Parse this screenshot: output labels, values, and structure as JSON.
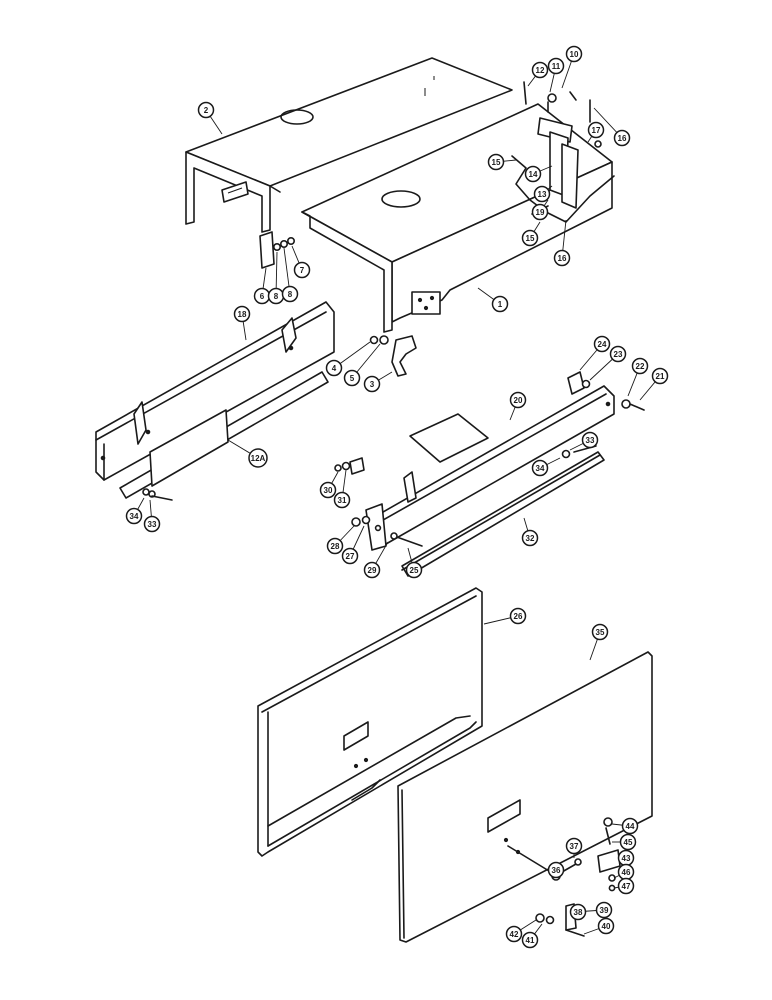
{
  "figure": {
    "type": "exploded parts diagram",
    "callouts": [
      {
        "id": "c1",
        "label": "1"
      },
      {
        "id": "c2",
        "label": "2"
      },
      {
        "id": "c3",
        "label": "3"
      },
      {
        "id": "c4",
        "label": "4"
      },
      {
        "id": "c5",
        "label": "5"
      },
      {
        "id": "c6",
        "label": "6"
      },
      {
        "id": "c7",
        "label": "7"
      },
      {
        "id": "c8a",
        "label": "8"
      },
      {
        "id": "c8b",
        "label": "8"
      },
      {
        "id": "c10",
        "label": "10"
      },
      {
        "id": "c11",
        "label": "11"
      },
      {
        "id": "c12",
        "label": "12"
      },
      {
        "id": "c13",
        "label": "13"
      },
      {
        "id": "c14",
        "label": "14"
      },
      {
        "id": "c15a",
        "label": "15"
      },
      {
        "id": "c15b",
        "label": "15"
      },
      {
        "id": "c16a",
        "label": "16"
      },
      {
        "id": "c16b",
        "label": "16"
      },
      {
        "id": "c17",
        "label": "17"
      },
      {
        "id": "c18",
        "label": "18"
      },
      {
        "id": "c19",
        "label": "19"
      },
      {
        "id": "c20",
        "label": "20"
      },
      {
        "id": "c21",
        "label": "21"
      },
      {
        "id": "c22",
        "label": "22"
      },
      {
        "id": "c23",
        "label": "23"
      },
      {
        "id": "c24",
        "label": "24"
      },
      {
        "id": "c25",
        "label": "25"
      },
      {
        "id": "c26",
        "label": "26"
      },
      {
        "id": "c27",
        "label": "27"
      },
      {
        "id": "c28",
        "label": "28"
      },
      {
        "id": "c29",
        "label": "29"
      },
      {
        "id": "c30",
        "label": "30"
      },
      {
        "id": "c31",
        "label": "31"
      },
      {
        "id": "c32",
        "label": "32"
      },
      {
        "id": "c33a",
        "label": "33"
      },
      {
        "id": "c33b",
        "label": "33"
      },
      {
        "id": "c34a",
        "label": "34"
      },
      {
        "id": "c34b",
        "label": "34"
      },
      {
        "id": "c35",
        "label": "35"
      },
      {
        "id": "c36",
        "label": "36"
      },
      {
        "id": "c37",
        "label": "37"
      },
      {
        "id": "c38",
        "label": "38"
      },
      {
        "id": "c39",
        "label": "39"
      },
      {
        "id": "c40",
        "label": "40"
      },
      {
        "id": "c41",
        "label": "41"
      },
      {
        "id": "c42",
        "label": "42"
      },
      {
        "id": "c43",
        "label": "43"
      },
      {
        "id": "c44",
        "label": "44"
      },
      {
        "id": "c45",
        "label": "45"
      },
      {
        "id": "c46",
        "label": "46"
      },
      {
        "id": "c47",
        "label": "47"
      },
      {
        "id": "c12A",
        "label": "12A"
      }
    ]
  }
}
